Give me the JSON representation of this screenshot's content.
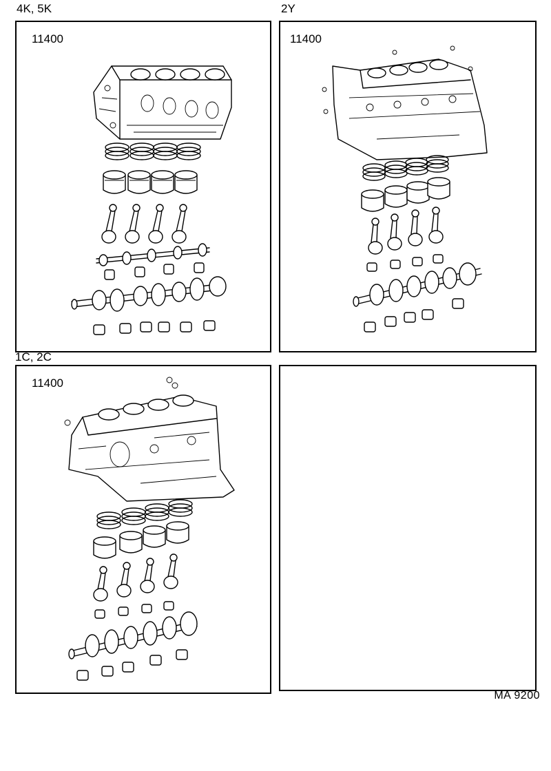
{
  "panels": [
    {
      "engine_label": "4K, 5K",
      "part_number": "11400",
      "drawing_icon": "short-block-assembly-icon"
    },
    {
      "engine_label": "2Y",
      "part_number": "11400",
      "drawing_icon": "short-block-assembly-icon"
    },
    {
      "engine_label": "1C, 2C",
      "part_number": "11400",
      "drawing_icon": "short-block-assembly-icon"
    },
    {
      "engine_label": "",
      "part_number": "",
      "drawing_icon": ""
    }
  ],
  "page_code": "MA  9200"
}
